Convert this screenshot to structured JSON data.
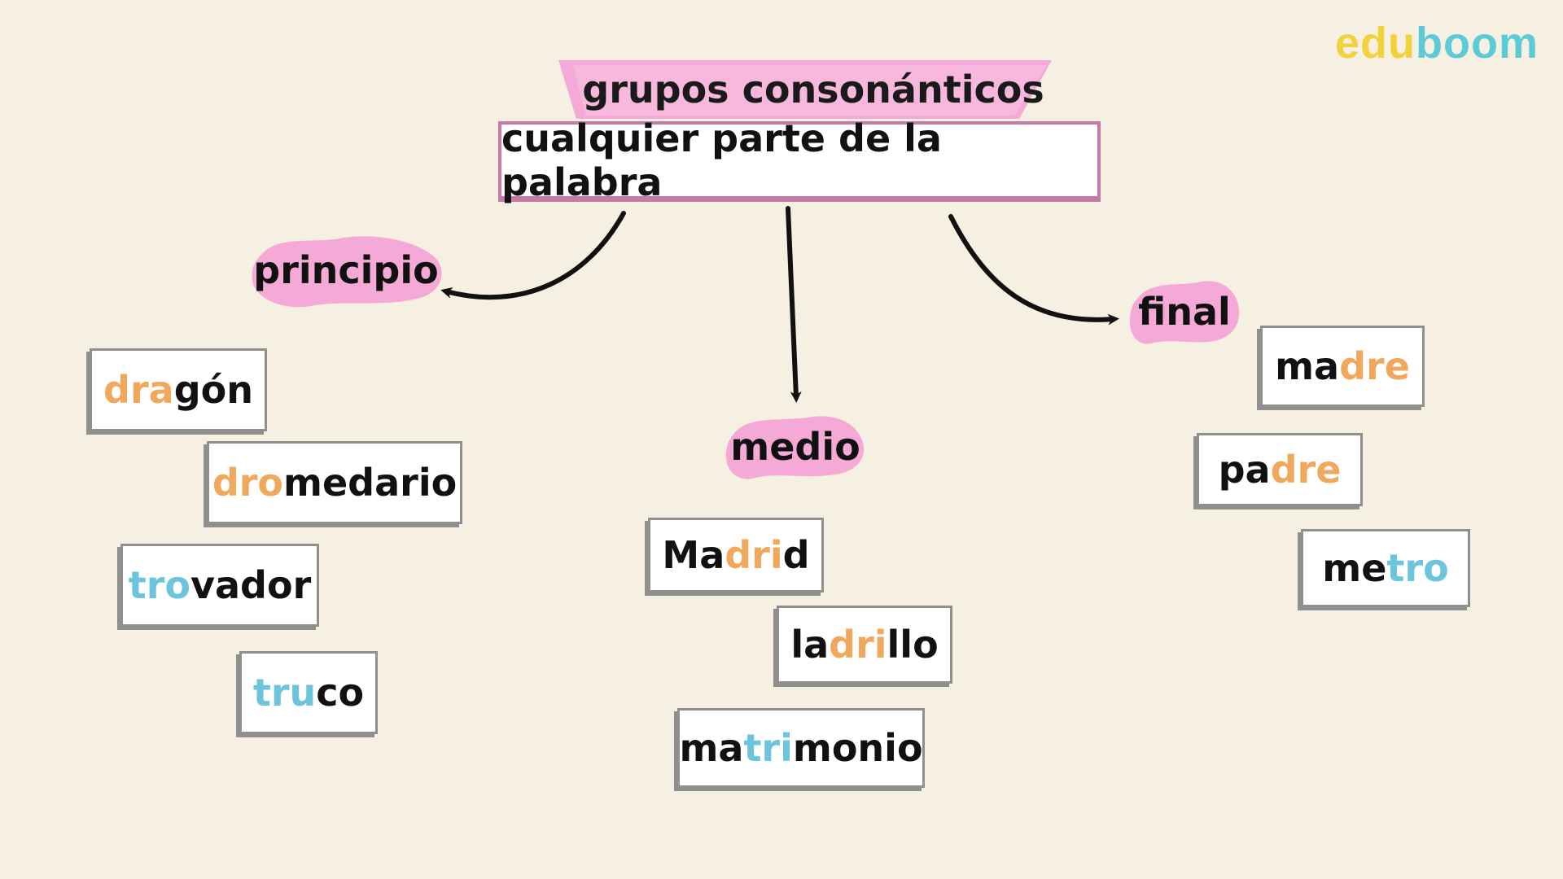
{
  "brand": {
    "logo_part1": "edu",
    "logo_part2": "boom",
    "logo_color1": "#f2d23a",
    "logo_color2": "#5dcbd6"
  },
  "colors": {
    "pink": "#f5a9d6",
    "orange": "#f0a85c",
    "blue": "#6cc4dd",
    "dark": "#111111"
  },
  "title": "grupos consonánticos",
  "subtitle": "cualquier parte de la palabra",
  "positions": {
    "start": "principio",
    "middle": "medio",
    "end": "final"
  },
  "words": {
    "start": [
      {
        "pre": "",
        "group": "dra",
        "post": "gón",
        "color": "#f0a85c"
      },
      {
        "pre": "",
        "group": "dro",
        "post": "medario",
        "color": "#f0a85c"
      },
      {
        "pre": "",
        "group": "tro",
        "post": "vador",
        "color": "#6cc4dd"
      },
      {
        "pre": "",
        "group": "tru",
        "post": "co",
        "color": "#6cc4dd"
      }
    ],
    "middle": [
      {
        "pre": "Ma",
        "group": "dri",
        "post": "d",
        "color": "#f0a85c"
      },
      {
        "pre": "la",
        "group": "dri",
        "post": "llo",
        "color": "#f0a85c"
      },
      {
        "pre": "ma",
        "group": "tri",
        "post": "monio",
        "color": "#6cc4dd"
      }
    ],
    "end": [
      {
        "pre": "ma",
        "group": "dre",
        "post": "",
        "color": "#f0a85c"
      },
      {
        "pre": "pa",
        "group": "dre",
        "post": "",
        "color": "#f0a85c"
      },
      {
        "pre": "me",
        "group": "tro",
        "post": "",
        "color": "#6cc4dd"
      }
    ]
  }
}
